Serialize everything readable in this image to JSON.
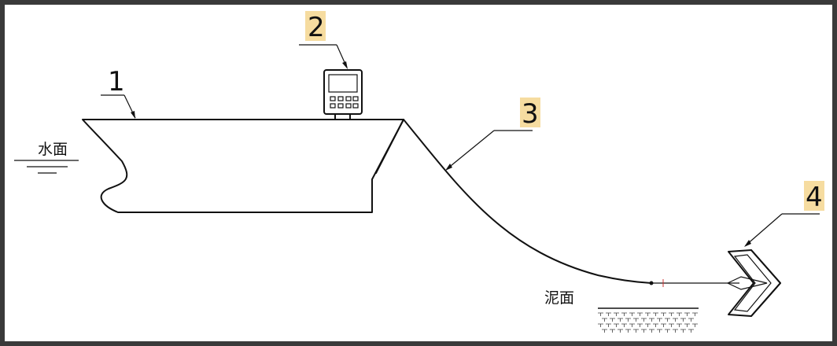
{
  "diagram": {
    "callouts": [
      {
        "id": "1",
        "text": "1"
      },
      {
        "id": "2",
        "text": "2"
      },
      {
        "id": "3",
        "text": "3"
      },
      {
        "id": "4",
        "text": "4"
      }
    ],
    "labels": {
      "water_surface": "水面",
      "mud_surface": "泥面"
    },
    "colors": {
      "callout_highlight": "#f6dca0",
      "line": "#111111",
      "background": "#ffffff",
      "frame": "#3a3a3a"
    }
  }
}
